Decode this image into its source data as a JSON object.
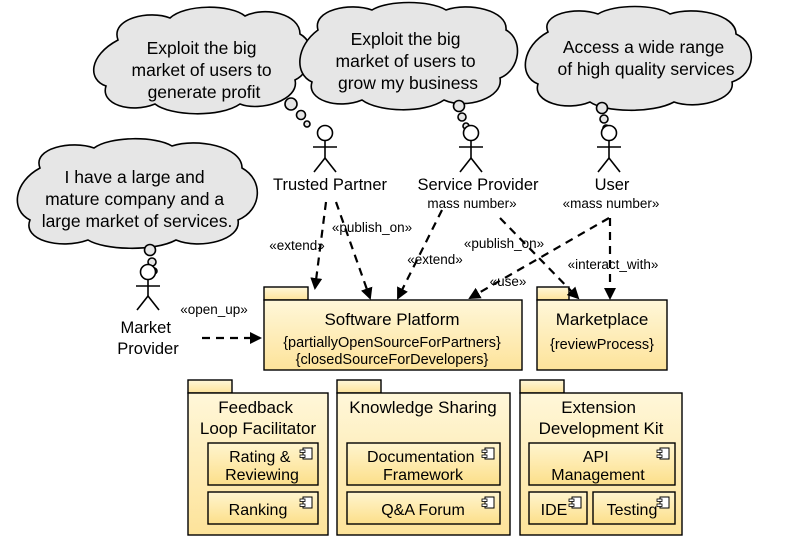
{
  "colors": {
    "package_fill": "#fde9a6",
    "package_fill_light": "#fff7d9",
    "cloud_fill": "#e6e6e6",
    "stroke": "#000000"
  },
  "thoughts": {
    "market_provider": [
      "I have a large and",
      "mature company and a",
      "large market of services."
    ],
    "trusted_partner": [
      "Exploit the big",
      "market of users to",
      "generate profit"
    ],
    "service_provider": [
      "Exploit the big",
      "market of users to",
      "grow my business"
    ],
    "user": [
      "Access a wide range",
      "of high quality services"
    ]
  },
  "actors": {
    "market_provider": [
      "Market",
      "Provider"
    ],
    "trusted_partner": "Trusted Partner",
    "service_provider": "Service Provider",
    "service_provider_note": "mass number»",
    "user": "User",
    "user_note": "«mass number»"
  },
  "relations": {
    "open_up": "«open_up»",
    "extend_tp": "«extend»",
    "publish_on_tp": "«publish_on»",
    "extend_sp": "«extend»",
    "publish_on_sp": "«publish_on»",
    "use": "«use»",
    "interact_with": "«interact_with»"
  },
  "packages": {
    "software_platform": {
      "title": "Software Platform",
      "constraints": [
        "{partiallyOpenSourceForPartners}",
        "{closedSourceForDevelopers}"
      ]
    },
    "marketplace": {
      "title": "Marketplace",
      "constraint": "{reviewProcess}"
    },
    "feedback": {
      "title": [
        "Feedback",
        "Loop Facilitator"
      ],
      "components": [
        [
          "Rating &",
          "Reviewing"
        ],
        [
          "Ranking"
        ]
      ]
    },
    "knowledge": {
      "title": "Knowledge Sharing",
      "components": [
        [
          "Documentation",
          "Framework"
        ],
        [
          "Q&A Forum"
        ]
      ]
    },
    "extension": {
      "title": [
        "Extension",
        "Development Kit"
      ],
      "components": [
        [
          "API",
          "Management"
        ],
        [
          "IDE"
        ],
        [
          "Testing"
        ]
      ]
    }
  }
}
